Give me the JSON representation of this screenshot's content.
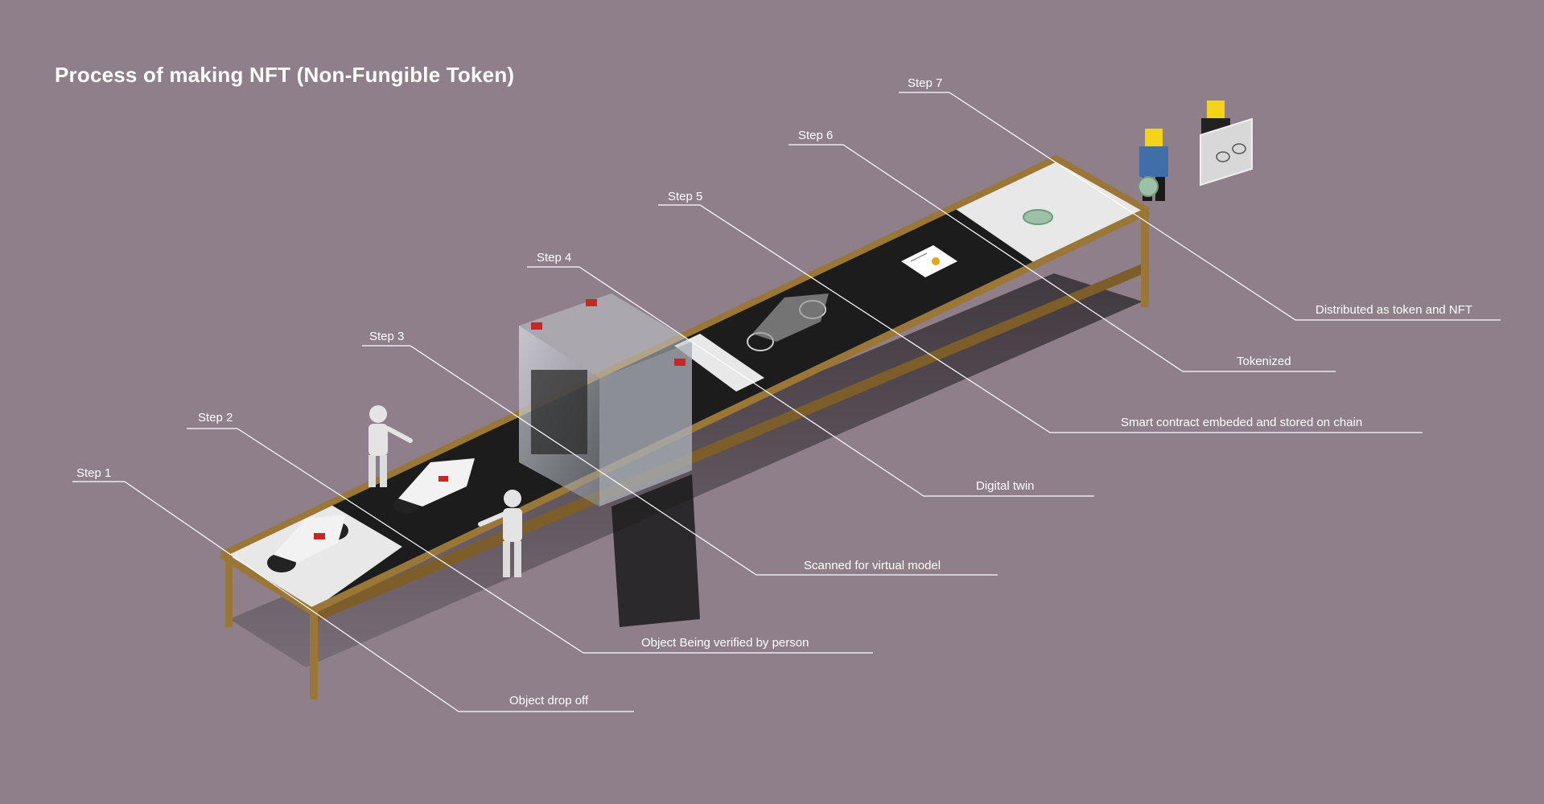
{
  "title": "Process of making NFT (Non-Fungible Token)",
  "steps": [
    {
      "step": "Step 1",
      "description": "Object drop off"
    },
    {
      "step": "Step 2",
      "description": "Object Being verified by person"
    },
    {
      "step": "Step 3",
      "description": "Scanned for virtual model"
    },
    {
      "step": "Step 4",
      "description": "Digital twin"
    },
    {
      "step": "Step 5",
      "description": "Smart contract embeded and stored on chain"
    },
    {
      "step": "Step 6",
      "description": "Tokenized"
    },
    {
      "step": "Step 7",
      "description": "Distributed as token and NFT"
    }
  ],
  "colors": {
    "background": "#8e7f8b",
    "conveyor_frame": "#9a7637",
    "belt": "#1c1c1c",
    "rollers": "#e8e8e8",
    "scanner": "#b7bcc2",
    "label_text": "#ffffff"
  }
}
